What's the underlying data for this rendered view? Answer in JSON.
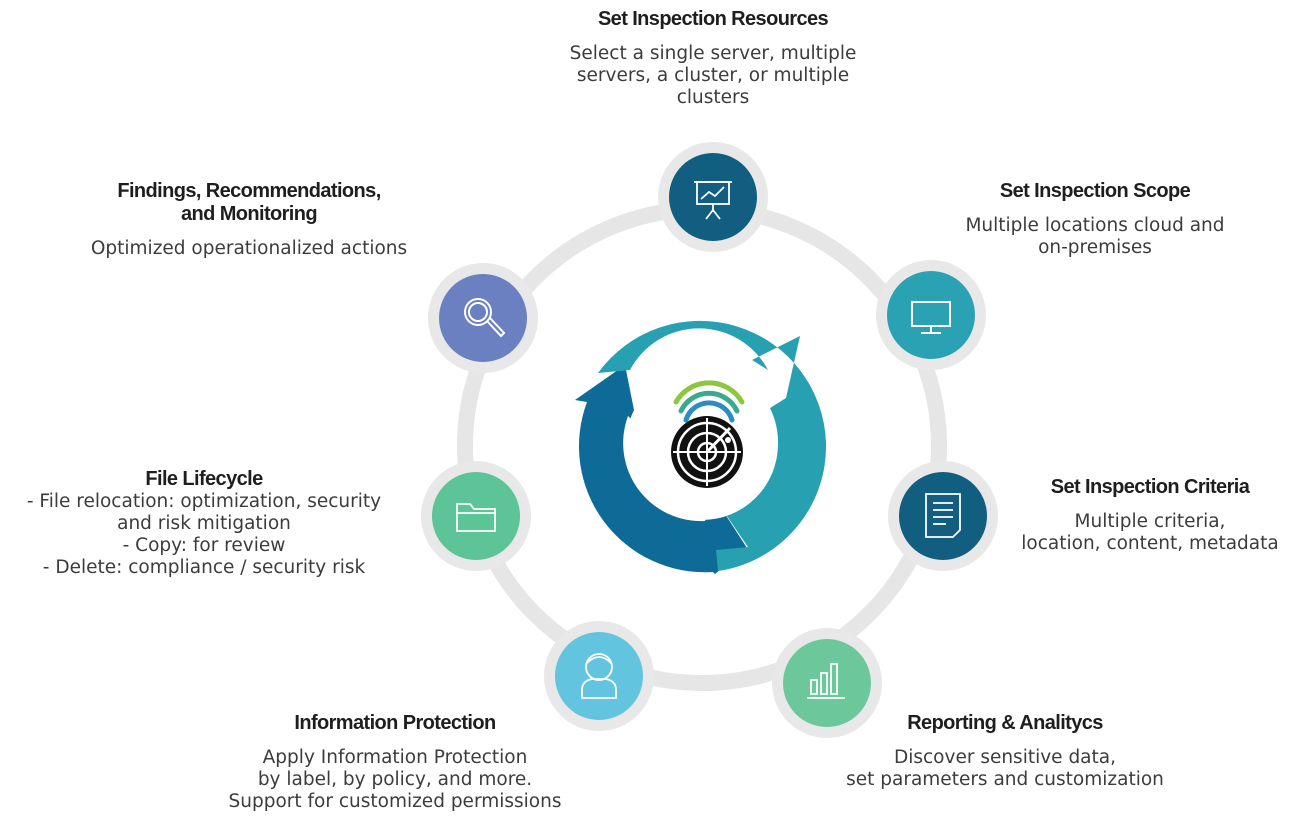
{
  "colors": {
    "ring": "#e6e6e6",
    "node_bg": "#e8e8e8",
    "resources": "#115e80",
    "scope": "#2ba1b4",
    "criteria": "#115e80",
    "reporting": "#6cc79a",
    "protection": "#62c4de",
    "lifecycle": "#5cc497",
    "findings": "#6b80c0",
    "arrow_light": "#27a0b2",
    "arrow_dark": "#0e6b97",
    "radar_arc_1": "#8dc63f",
    "radar_arc_2": "#3aaa8f",
    "radar_arc_3": "#2a8fc0"
  },
  "center": {
    "icon": "radar-icon"
  },
  "nodes": {
    "resources": {
      "icon": "presentation-chart-icon",
      "title": "Set Inspection Resources",
      "desc": [
        "Select a single server, multiple",
        "servers, a cluster, or multiple",
        "clusters"
      ]
    },
    "scope": {
      "icon": "monitor-icon",
      "title": "Set Inspection Scope",
      "desc": [
        "Multiple locations cloud and",
        "on-premises"
      ]
    },
    "criteria": {
      "icon": "document-icon",
      "title": "Set Inspection Criteria",
      "desc": [
        "Multiple criteria,",
        "location, content, metadata"
      ]
    },
    "reporting": {
      "icon": "bar-chart-icon",
      "title": "Reporting & Analitycs",
      "desc": [
        "Discover sensitive data,",
        "set parameters and customization"
      ]
    },
    "protection": {
      "icon": "user-icon",
      "title": "Information Protection",
      "desc": [
        "Apply Information Protection",
        "by label, by policy, and more.",
        "Support for customized permissions"
      ]
    },
    "lifecycle": {
      "icon": "folder-icon",
      "title": "File Lifecycle",
      "desc": [
        "- File relocation: optimization, security",
        "and risk mitigation",
        "- Copy: for review",
        "- Delete: compliance / security risk"
      ]
    },
    "findings": {
      "icon": "magnifier-icon",
      "title_lines": [
        "Findings, Recommendations,",
        "and Monitoring"
      ],
      "desc": [
        "Optimized operationalized actions"
      ]
    }
  }
}
